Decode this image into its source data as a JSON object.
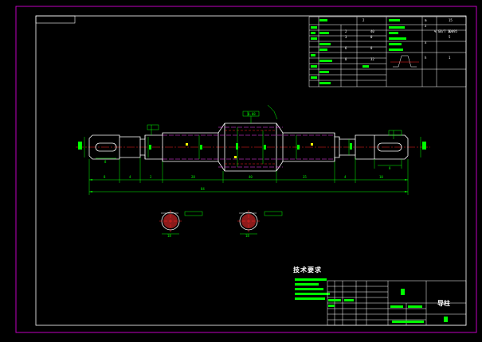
{
  "colors": {
    "background": "#000000",
    "frame": "#c000c0",
    "outline": "#ffffff",
    "dimension": "#00ff00",
    "center_line": "#ff2020",
    "hidden_line": "#ff40ff",
    "hatch": "#ff3030",
    "highlight": "#ffff00"
  },
  "drawing": {
    "overall_length": "84",
    "tolerance_box": "0.08",
    "section_a_size": "18",
    "section_b_size": "18"
  },
  "technical_requirements": {
    "title": "技术要求"
  },
  "title_block": {
    "part_name": "导柱"
  },
  "param_table": {
    "rows": [
      [
        "2",
        "1",
        "",
        "",
        "15"
      ],
      [
        "",
        "",
        "",
        "",
        ""
      ],
      [
        "2",
        "40",
        "",
        "",
        "8"
      ],
      [
        "3",
        "0",
        "",
        "",
        "5"
      ],
      [
        "",
        "",
        "",
        "",
        ""
      ]
    ]
  }
}
